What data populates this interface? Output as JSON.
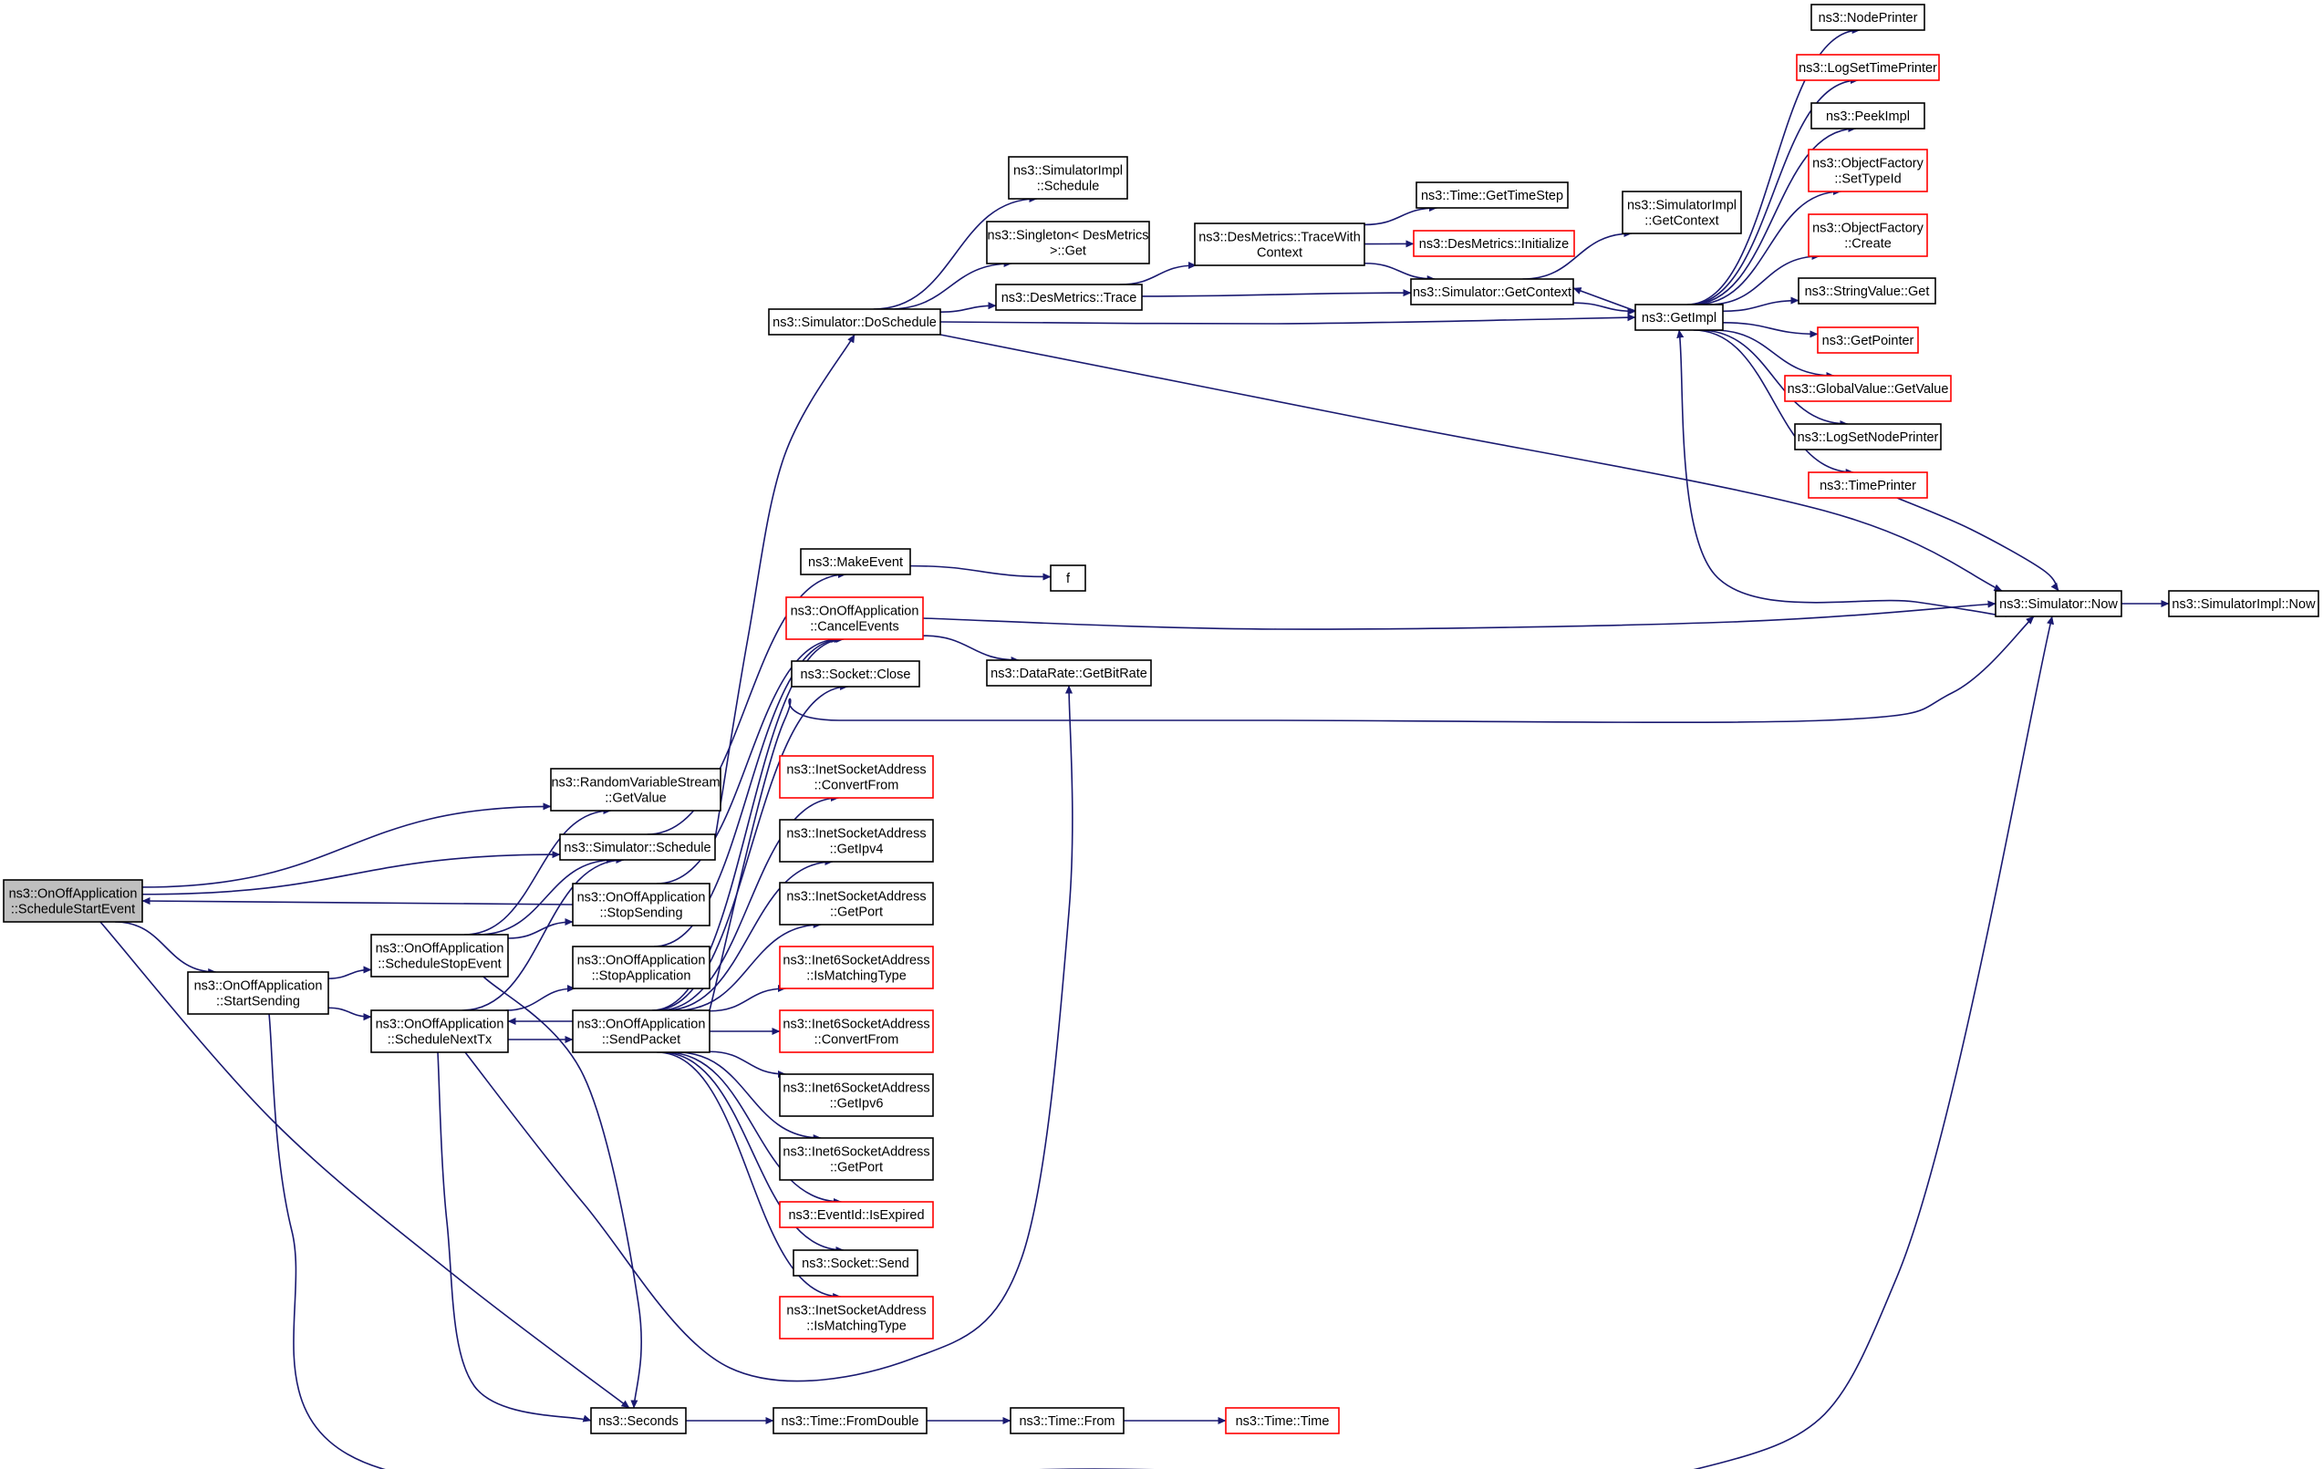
{
  "colors": {
    "edge": "#191970",
    "border_normal": "#000000",
    "border_truncated": "#ff0000",
    "root_fill": "#bfbfbf",
    "background": "#ffffff"
  },
  "nodes": {
    "root": {
      "lines": [
        "ns3::OnOffApplication",
        "::ScheduleStartEvent"
      ],
      "red": false
    },
    "startSending": {
      "lines": [
        "ns3::OnOffApplication",
        "::StartSending"
      ],
      "red": false
    },
    "rvsGetValue": {
      "lines": [
        "ns3::RandomVariableStream",
        "::GetValue"
      ],
      "red": false
    },
    "simSchedule": {
      "lines": [
        "ns3::Simulator::Schedule"
      ],
      "red": false
    },
    "stopSending": {
      "lines": [
        "ns3::OnOffApplication",
        "::StopSending"
      ],
      "red": false
    },
    "scheduleStopEvent": {
      "lines": [
        "ns3::OnOffApplication",
        "::ScheduleStopEvent"
      ],
      "red": false
    },
    "scheduleNextTx": {
      "lines": [
        "ns3::OnOffApplication",
        "::ScheduleNextTx"
      ],
      "red": false
    },
    "stopApplication": {
      "lines": [
        "ns3::OnOffApplication",
        "::StopApplication"
      ],
      "red": false
    },
    "sendPacket": {
      "lines": [
        "ns3::OnOffApplication",
        "::SendPacket"
      ],
      "red": false
    },
    "seconds": {
      "lines": [
        "ns3::Seconds"
      ],
      "red": false
    },
    "doSchedule": {
      "lines": [
        "ns3::Simulator::DoSchedule"
      ],
      "red": false
    },
    "implSchedule": {
      "lines": [
        "ns3::SimulatorImpl",
        "::Schedule"
      ],
      "red": false
    },
    "singletonGet": {
      "lines": [
        "ns3::Singleton< DesMetrics",
        " >::Get"
      ],
      "red": false
    },
    "desTrace": {
      "lines": [
        "ns3::DesMetrics::Trace"
      ],
      "red": false
    },
    "desTraceWithContext": {
      "lines": [
        "ns3::DesMetrics::TraceWith",
        "Context"
      ],
      "red": false
    },
    "timeGetTimeStep": {
      "lines": [
        "ns3::Time::GetTimeStep"
      ],
      "red": false
    },
    "desInitialize": {
      "lines": [
        "ns3::DesMetrics::Initialize"
      ],
      "red": true
    },
    "simGetContext": {
      "lines": [
        "ns3::Simulator::GetContext"
      ],
      "red": false
    },
    "implGetContext": {
      "lines": [
        "ns3::SimulatorImpl",
        "::GetContext"
      ],
      "red": false
    },
    "getImpl": {
      "lines": [
        "ns3::GetImpl"
      ],
      "red": false
    },
    "nodePrinter": {
      "lines": [
        "ns3::NodePrinter"
      ],
      "red": false
    },
    "logSetTimePrinter": {
      "lines": [
        "ns3::LogSetTimePrinter"
      ],
      "red": true
    },
    "peekImpl": {
      "lines": [
        "ns3::PeekImpl"
      ],
      "red": false
    },
    "ofSetTypeId": {
      "lines": [
        "ns3::ObjectFactory",
        "::SetTypeId"
      ],
      "red": true
    },
    "ofCreate": {
      "lines": [
        "ns3::ObjectFactory",
        "::Create"
      ],
      "red": true
    },
    "stringValueGet": {
      "lines": [
        "ns3::StringValue::Get"
      ],
      "red": false
    },
    "getPointer": {
      "lines": [
        "ns3::GetPointer"
      ],
      "red": true
    },
    "globalValueGetValue": {
      "lines": [
        "ns3::GlobalValue::GetValue"
      ],
      "red": true
    },
    "logSetNodePrinter": {
      "lines": [
        "ns3::LogSetNodePrinter"
      ],
      "red": false
    },
    "timePrinter": {
      "lines": [
        "ns3::TimePrinter"
      ],
      "red": true
    },
    "simNow": {
      "lines": [
        "ns3::Simulator::Now"
      ],
      "red": false
    },
    "implNow": {
      "lines": [
        "ns3::SimulatorImpl::Now"
      ],
      "red": false
    },
    "makeEvent": {
      "lines": [
        "ns3::MakeEvent"
      ],
      "red": false
    },
    "f": {
      "lines": [
        "f"
      ],
      "red": false
    },
    "cancelEvents": {
      "lines": [
        "ns3::OnOffApplication",
        "::CancelEvents"
      ],
      "red": true
    },
    "getBitRate": {
      "lines": [
        "ns3::DataRate::GetBitRate"
      ],
      "red": false
    },
    "socketClose": {
      "lines": [
        "ns3::Socket::Close"
      ],
      "red": false
    },
    "inetConvertFrom": {
      "lines": [
        "ns3::InetSocketAddress",
        "::ConvertFrom"
      ],
      "red": true
    },
    "inetGetIpv4": {
      "lines": [
        "ns3::InetSocketAddress",
        "::GetIpv4"
      ],
      "red": false
    },
    "inetGetPort": {
      "lines": [
        "ns3::InetSocketAddress",
        "::GetPort"
      ],
      "red": false
    },
    "inet6IsMatchingType": {
      "lines": [
        "ns3::Inet6SocketAddress",
        "::IsMatchingType"
      ],
      "red": true
    },
    "inet6ConvertFrom": {
      "lines": [
        "ns3::Inet6SocketAddress",
        "::ConvertFrom"
      ],
      "red": true
    },
    "inet6GetIpv6": {
      "lines": [
        "ns3::Inet6SocketAddress",
        "::GetIpv6"
      ],
      "red": false
    },
    "inet6GetPort": {
      "lines": [
        "ns3::Inet6SocketAddress",
        "::GetPort"
      ],
      "red": false
    },
    "eventIdIsExpired": {
      "lines": [
        "ns3::EventId::IsExpired"
      ],
      "red": true
    },
    "socketSend": {
      "lines": [
        "ns3::Socket::Send"
      ],
      "red": false
    },
    "inetIsMatchingType": {
      "lines": [
        "ns3::InetSocketAddress",
        "::IsMatchingType"
      ],
      "red": true
    },
    "timeFromDouble": {
      "lines": [
        "ns3::Time::FromDouble"
      ],
      "red": false
    },
    "timeFrom": {
      "lines": [
        "ns3::Time::From"
      ],
      "red": false
    },
    "timeTime": {
      "lines": [
        "ns3::Time::Time"
      ],
      "red": true
    }
  },
  "edges": [
    [
      "root",
      "rvsGetValue"
    ],
    [
      "root",
      "simSchedule"
    ],
    [
      "root",
      "startSending"
    ],
    [
      "root",
      "seconds"
    ],
    [
      "stopSending",
      "root"
    ],
    [
      "startSending",
      "scheduleStopEvent"
    ],
    [
      "startSending",
      "scheduleNextTx"
    ],
    [
      "startSending",
      "simNow"
    ],
    [
      "scheduleStopEvent",
      "rvsGetValue"
    ],
    [
      "scheduleStopEvent",
      "simSchedule"
    ],
    [
      "scheduleStopEvent",
      "stopSending"
    ],
    [
      "scheduleStopEvent",
      "seconds"
    ],
    [
      "scheduleNextTx",
      "simSchedule"
    ],
    [
      "scheduleNextTx",
      "stopApplication"
    ],
    [
      "scheduleNextTx",
      "sendPacket"
    ],
    [
      "scheduleNextTx",
      "seconds"
    ],
    [
      "scheduleNextTx",
      "getBitRate"
    ],
    [
      "sendPacket",
      "scheduleNextTx"
    ],
    [
      "simSchedule",
      "doSchedule"
    ],
    [
      "simSchedule",
      "makeEvent"
    ],
    [
      "stopSending",
      "cancelEvents"
    ],
    [
      "stopApplication",
      "cancelEvents"
    ],
    [
      "sendPacket",
      "socketClose"
    ],
    [
      "sendPacket",
      "cancelEvents"
    ],
    [
      "sendPacket",
      "inetConvertFrom"
    ],
    [
      "sendPacket",
      "inetGetIpv4"
    ],
    [
      "sendPacket",
      "inetGetPort"
    ],
    [
      "sendPacket",
      "inet6IsMatchingType"
    ],
    [
      "sendPacket",
      "inet6ConvertFrom"
    ],
    [
      "sendPacket",
      "inet6GetIpv6"
    ],
    [
      "sendPacket",
      "inet6GetPort"
    ],
    [
      "sendPacket",
      "eventIdIsExpired"
    ],
    [
      "sendPacket",
      "socketSend"
    ],
    [
      "sendPacket",
      "inetIsMatchingType"
    ],
    [
      "sendPacket",
      "simNow"
    ],
    [
      "doSchedule",
      "implSchedule"
    ],
    [
      "doSchedule",
      "singletonGet"
    ],
    [
      "doSchedule",
      "desTrace"
    ],
    [
      "doSchedule",
      "getImpl"
    ],
    [
      "doSchedule",
      "simNow"
    ],
    [
      "desTrace",
      "desTraceWithContext"
    ],
    [
      "desTrace",
      "simGetContext"
    ],
    [
      "desTraceWithContext",
      "timeGetTimeStep"
    ],
    [
      "desTraceWithContext",
      "desInitialize"
    ],
    [
      "desTraceWithContext",
      "simGetContext"
    ],
    [
      "simGetContext",
      "implGetContext"
    ],
    [
      "simGetContext",
      "getImpl"
    ],
    [
      "getImpl",
      "simGetContext"
    ],
    [
      "getImpl",
      "nodePrinter"
    ],
    [
      "getImpl",
      "logSetTimePrinter"
    ],
    [
      "getImpl",
      "peekImpl"
    ],
    [
      "getImpl",
      "ofSetTypeId"
    ],
    [
      "getImpl",
      "ofCreate"
    ],
    [
      "getImpl",
      "stringValueGet"
    ],
    [
      "getImpl",
      "getPointer"
    ],
    [
      "getImpl",
      "globalValueGetValue"
    ],
    [
      "getImpl",
      "logSetNodePrinter"
    ],
    [
      "getImpl",
      "timePrinter"
    ],
    [
      "timePrinter",
      "simNow"
    ],
    [
      "simNow",
      "getImpl"
    ],
    [
      "simNow",
      "implNow"
    ],
    [
      "makeEvent",
      "f"
    ],
    [
      "cancelEvents",
      "getBitRate"
    ],
    [
      "cancelEvents",
      "simNow"
    ],
    [
      "seconds",
      "timeFromDouble"
    ],
    [
      "timeFromDouble",
      "timeFrom"
    ],
    [
      "timeFrom",
      "timeTime"
    ]
  ]
}
